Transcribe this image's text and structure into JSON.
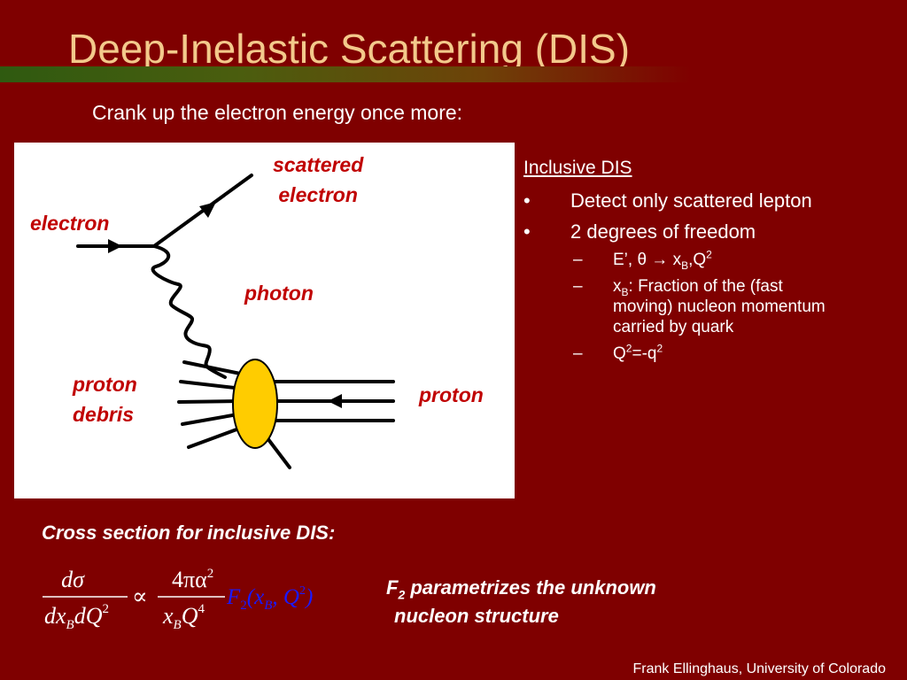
{
  "slide": {
    "title": "Deep-Inelastic Scattering (DIS)",
    "subtitle": "Crank up the electron energy once more:",
    "footer": "Frank Ellinghaus, University of Colorado"
  },
  "diagram": {
    "labels": {
      "scattered_line1": "scattered",
      "scattered_line2": "electron",
      "electron": "electron",
      "photon": "photon",
      "debris_line1": "proton",
      "debris_line2": "debris",
      "proton": "proton"
    },
    "colors": {
      "label": "#c00000",
      "proton_blob": "#ffcc00"
    }
  },
  "inclusive": {
    "heading": "Inclusive DIS",
    "bullet_marker": "•",
    "dash_marker": "–",
    "bullets": [
      "Detect only scattered lepton",
      "2 degrees of freedom"
    ],
    "sub": {
      "energy_vars": {
        "pre": "E’, θ → x",
        "sub_b": "B",
        "mid": ",Q",
        "sup": "2"
      },
      "xb_def": {
        "pre": "x",
        "sub_b": "B",
        "line1": ": Fraction of the (fast",
        "line2": "moving) nucleon momentum",
        "line3": "carried by quark"
      },
      "q2": {
        "pre": "Q",
        "sup1": "2",
        "mid": "=-q",
        "sup2": "2"
      }
    }
  },
  "cross_section": {
    "heading": "Cross section for inclusive DIS:",
    "formula": {
      "lhs_num": "dσ",
      "lhs_den_pre": "dx",
      "lhs_den_sub": "B",
      "lhs_den_post": "dQ",
      "lhs_den_sup": "2",
      "propto": "∝",
      "rhs_num_pre": "4πα",
      "rhs_num_sup": "2",
      "rhs_den_pre": "x",
      "rhs_den_sub": "B",
      "rhs_den_post": "Q",
      "rhs_den_sup": "4",
      "f2_pre": "F",
      "f2_sub": "2",
      "f2_args_open": "(x",
      "f2_args_sub": "B",
      "f2_args_mid": ", Q",
      "f2_args_sup": "2",
      "f2_args_close": ")"
    },
    "f2_note": {
      "f": "F",
      "sub": "2",
      "line1_rest": " parametrizes the unknown",
      "line2": "nucleon structure"
    }
  }
}
